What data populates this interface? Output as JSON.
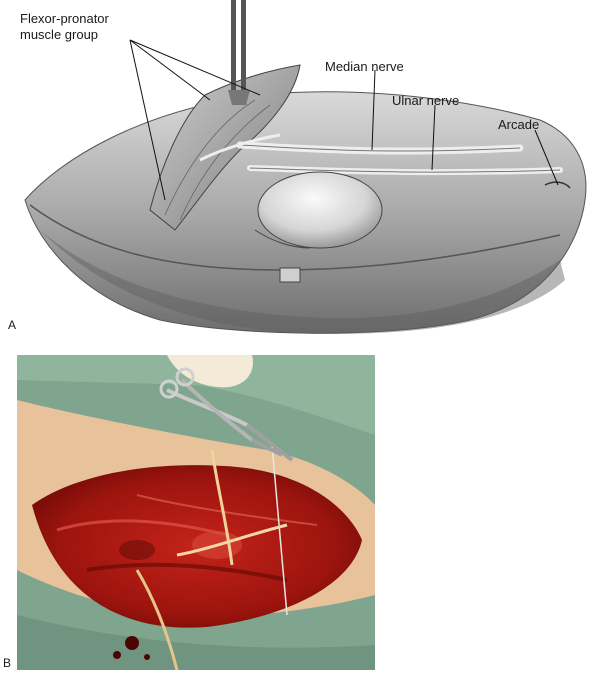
{
  "panel_a": {
    "letter": "A",
    "labels": {
      "flexor_line1": "Flexor-pronator",
      "flexor_line2": "muscle group",
      "median_nerve": "Median nerve",
      "ulnar_nerve": "Ulnar nerve",
      "arcade": "Arcade"
    }
  },
  "panel_b": {
    "letter": "B"
  },
  "colors": {
    "drape_green": "#7fa58e",
    "skin": "#e8c29a",
    "tissue_red": "#b01a12",
    "illustration_gray": "#8a8a8a"
  }
}
